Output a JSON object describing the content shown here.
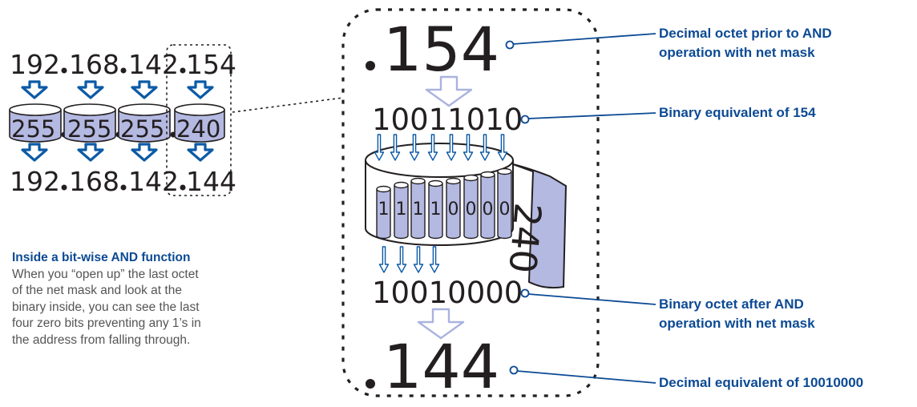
{
  "left_diagram": {
    "ip_octets": [
      "192",
      "168",
      "142",
      "154"
    ],
    "mask_octets": [
      "255",
      "255",
      "255",
      "240"
    ],
    "result_octets": [
      "192",
      "168",
      "142",
      "144"
    ]
  },
  "center": {
    "top_decimal": "154",
    "binary_in": "10011010",
    "binary_out": "10010000",
    "bottom_decimal": "144",
    "mask_bits": [
      "1",
      "1",
      "1",
      "1",
      "0",
      "0",
      "0",
      "0"
    ],
    "band_label": "240"
  },
  "callouts": {
    "decimal_prior_line1": "Decimal octet prior to AND",
    "decimal_prior_line2": "operation with net mask",
    "binary_equiv": "Binary equivalent of 154",
    "binary_after_line1": "Binary octet after AND",
    "binary_after_line2": "operation with net mask",
    "decimal_equiv": "Decimal equivalent of 10010000"
  },
  "sidebar": {
    "heading": "Inside a bit-wise AND function",
    "lines": [
      "When you “open up” the last octet",
      "of the net mask and look at the",
      "binary inside, you can see the last",
      "four zero bits preventing any 1’s in",
      "the address from falling through."
    ]
  },
  "colors": {
    "arrow_blue": "#0c5aa6",
    "barrel_fill": "#b4b9e2",
    "callout_text": "#0c4a94",
    "light_arrow": "#c5cbea"
  }
}
